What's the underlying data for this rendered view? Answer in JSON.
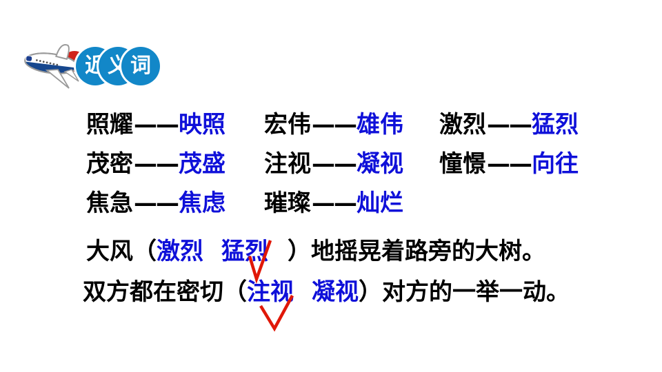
{
  "slide": {
    "title": "近义词",
    "background": "#ffffff"
  },
  "badge": {
    "label": "近义词",
    "chars": [
      "近",
      "义",
      "词"
    ],
    "circle_color": "#1287c8",
    "char_color": "#ffffff",
    "ribbon_color": "#d0241c",
    "plane_stripe_color": "#16478e"
  },
  "dash": "——",
  "colors": {
    "word_black": "#000000",
    "word_blue": "#0f10d9",
    "check_red": "#e01808"
  },
  "synonym_pairs": [
    {
      "left": "照耀",
      "right": "映照"
    },
    {
      "left": "宏伟",
      "right": "雄伟"
    },
    {
      "left": "激烈",
      "right": "猛烈"
    },
    {
      "left": "茂密",
      "right": "茂盛"
    },
    {
      "left": "注视",
      "right": "凝视"
    },
    {
      "left": "憧憬",
      "right": "向往"
    },
    {
      "left": "焦急",
      "right": "焦虑"
    },
    {
      "left": "璀璨",
      "right": "灿烂"
    }
  ],
  "sentences": [
    {
      "pre": "大风（",
      "option1": "激烈",
      "option2": "猛烈",
      "post": "）地摇晃着路旁的大树。",
      "correct_option": "猛烈"
    },
    {
      "pre": "双方都在密切（",
      "option1": "注视",
      "option2": "凝视",
      "post": "）对方的一举一动。",
      "correct_option": "注视"
    }
  ]
}
